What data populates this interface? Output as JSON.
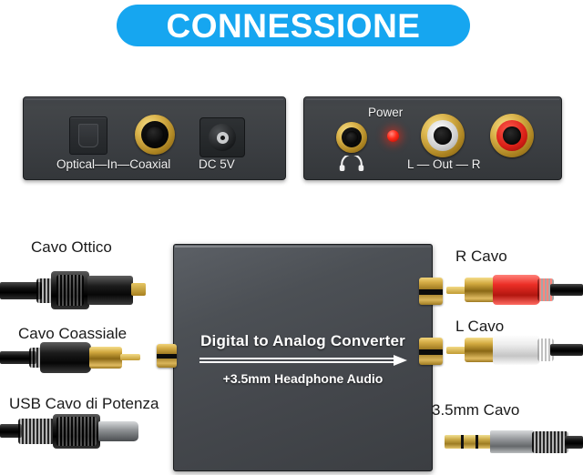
{
  "banner": {
    "title": "CONNESSIONE",
    "background_color": "#16a6f0",
    "text_color": "#ffffff"
  },
  "panels": {
    "left": {
      "name": "input-panel",
      "labels": {
        "ports": "Optical—In—Coaxial",
        "power": "DC 5V"
      },
      "ports": [
        {
          "name": "optical-in-port",
          "type": "toslink"
        },
        {
          "name": "coaxial-in-port",
          "type": "rca-gold"
        },
        {
          "name": "dc-5v-port",
          "type": "barrel-jack"
        }
      ]
    },
    "right": {
      "name": "output-panel",
      "labels": {
        "power": "Power",
        "outputs": "L — Out — R"
      },
      "ports": [
        {
          "name": "headphone-out-port",
          "type": "3.5mm-gold",
          "icon": "headphone-icon"
        },
        {
          "name": "power-led",
          "type": "led",
          "color": "#ff2a18"
        },
        {
          "name": "rca-out-left",
          "type": "rca-white"
        },
        {
          "name": "rca-out-right",
          "type": "rca-red"
        }
      ]
    }
  },
  "device": {
    "title": "Digital to Analog Converter",
    "subtitle": "+3.5mm Headphone Audio",
    "arrow": "flow-arrow-right"
  },
  "cables": {
    "left": [
      {
        "id": "optical",
        "label": "Cavo Ottico",
        "connector": "toslink-plug"
      },
      {
        "id": "coaxial",
        "label": "Cavo Coassiale",
        "connector": "rca-black-plug"
      },
      {
        "id": "usb_power",
        "label": "USB Cavo di Potenza",
        "connector": "dc-barrel-plug"
      }
    ],
    "right": [
      {
        "id": "rca_right",
        "label": "R Cavo",
        "connector": "rca-red-plug",
        "color": "#e8302a"
      },
      {
        "id": "rca_left",
        "label": "L Cavo",
        "connector": "rca-white-plug",
        "color": "#f2f2f2"
      },
      {
        "id": "aux",
        "label": "3.5mm Cavo",
        "connector": "3.5mm-plug"
      }
    ]
  }
}
